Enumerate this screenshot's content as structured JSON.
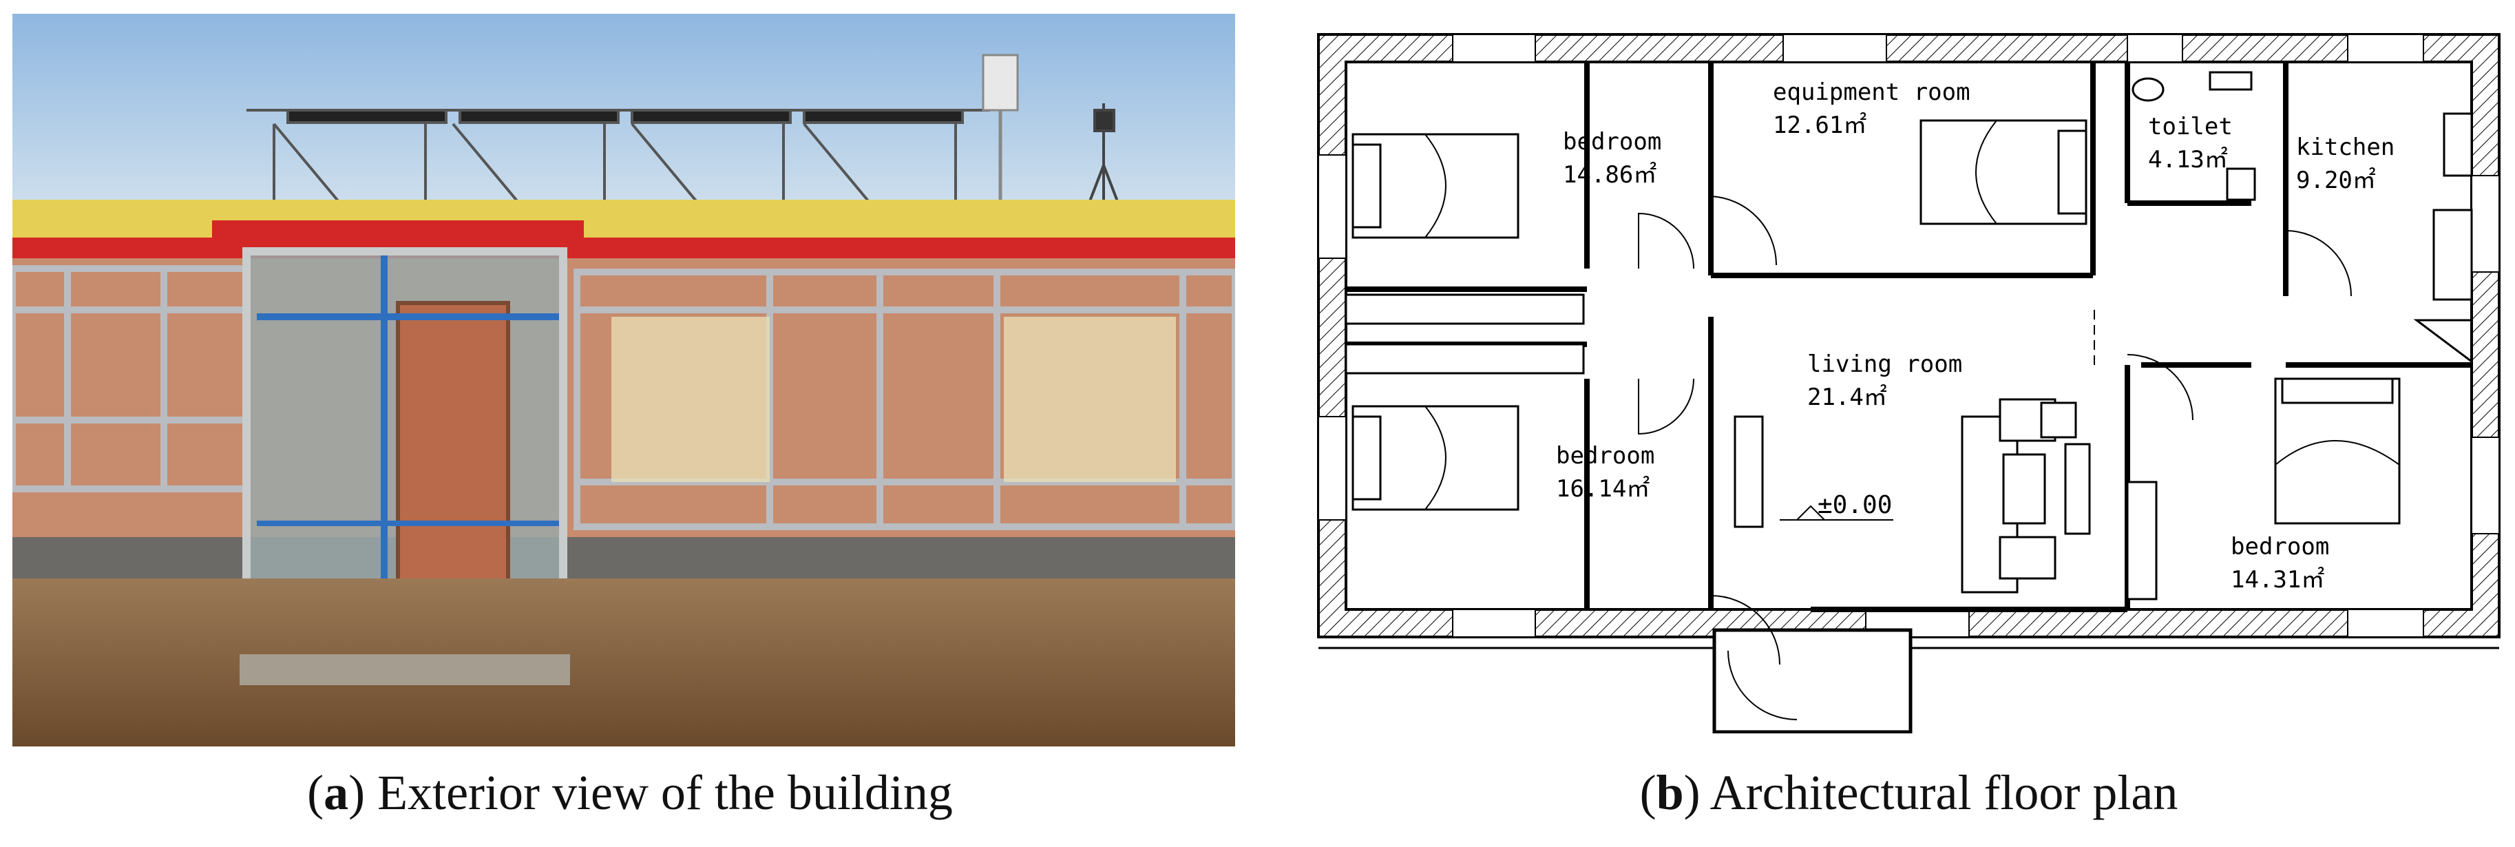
{
  "captions": {
    "a": {
      "label": "a",
      "text": "Exterior view of the building"
    },
    "b": {
      "label": "b",
      "text": "Architectural floor plan"
    }
  },
  "rooms": {
    "bedroom_nw": {
      "name": "bedroom",
      "area": "14.86㎡"
    },
    "equipment": {
      "name": "equipment room",
      "area": "12.61㎡"
    },
    "toilet": {
      "name": "toilet",
      "area": "4.13㎡"
    },
    "kitchen": {
      "name": "kitchen",
      "area": "9.20㎡"
    },
    "living": {
      "name": "living room",
      "area": "21.4㎡"
    },
    "bedroom_sw": {
      "name": "bedroom",
      "area": "16.14㎡"
    },
    "bedroom_se": {
      "name": "bedroom",
      "area": "14.31㎡"
    }
  },
  "elevation": "±0.00",
  "colors": {
    "sky": "#a8c8e8",
    "roof_red": "#d22a2a",
    "roof_yellow": "#e8d04a",
    "wall": "#c98a6a",
    "ground": "#8a6a4a"
  }
}
